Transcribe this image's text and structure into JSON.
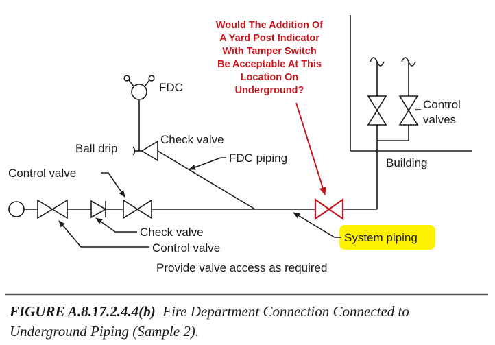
{
  "annotation": {
    "lines": [
      "Would The Addition Of",
      "A Yard Post Indicator",
      "With Tamper Switch",
      "Be Acceptable At This",
      "Location On",
      "Underground?"
    ],
    "color": "#c4161c"
  },
  "labels": {
    "fdc": "FDC",
    "ball_drip": "Ball drip",
    "check_valve_top": "Check valve",
    "fdc_piping": "FDC piping",
    "control_valves_line1": "Control",
    "control_valves_line2": "valves",
    "building": "Building",
    "control_valve_left": "Control valve",
    "check_valve_bottom": "Check valve",
    "control_valve_bottom": "Control valve",
    "system_piping": "System piping",
    "access_note": "Provide valve access as required"
  },
  "caption": {
    "figure_label": "FIGURE A.8.17.2.4.4(b)",
    "text": "Fire Department Connection Connected to Underground Piping (Sample 2)."
  },
  "colors": {
    "highlight": "#fff200",
    "line": "#1a1a1a",
    "caption_rule": "#555555"
  }
}
